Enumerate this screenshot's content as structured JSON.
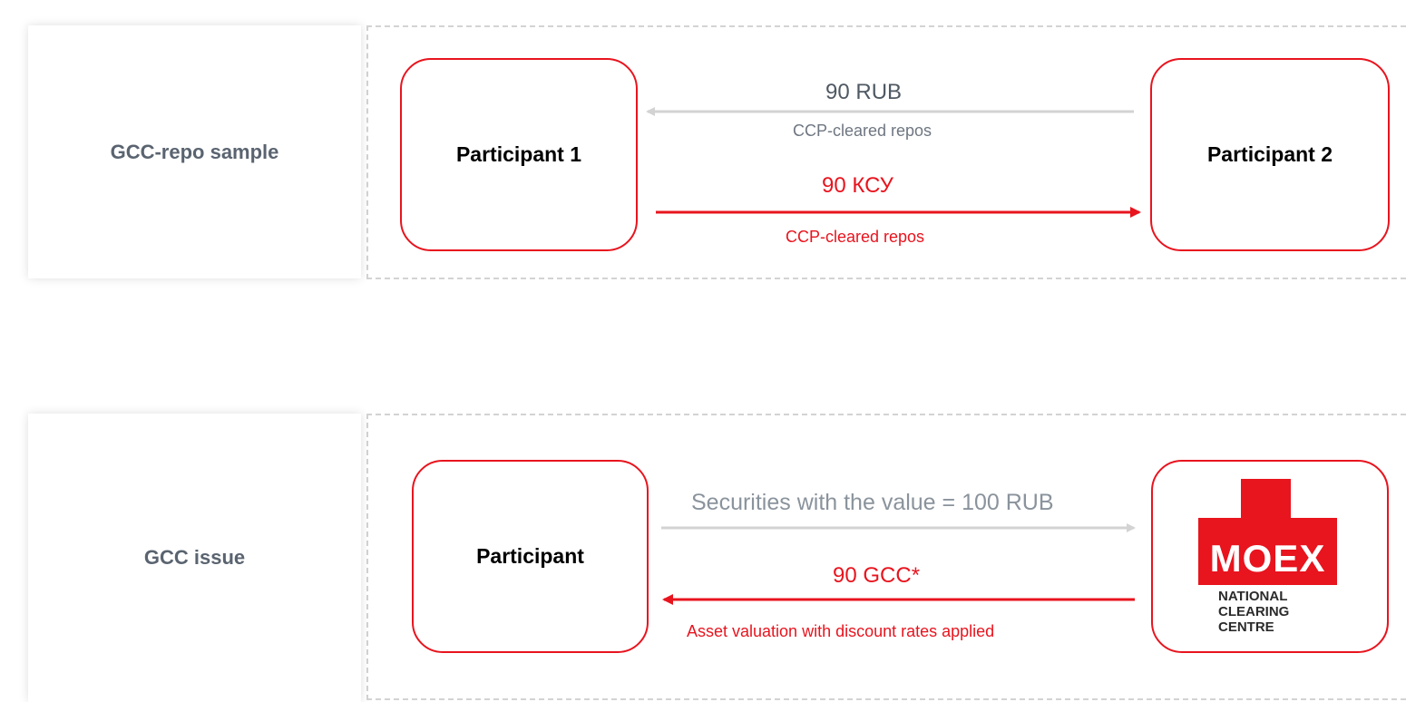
{
  "section1": {
    "label": "GCC-repo sample",
    "node_left": "Participant 1",
    "node_right": "Participant 2",
    "flow_top_amount": "90 RUB",
    "flow_top_caption": "CCP-cleared repos",
    "flow_bottom_amount": "90 КСУ",
    "flow_bottom_caption": "CCP-cleared repos"
  },
  "section2": {
    "label": "GCC issue",
    "node_left": "Participant",
    "flow_top_caption": "Securities with the value = 100 RUB",
    "flow_bottom_amount": "90 GCC*",
    "flow_bottom_caption": "Asset valuation with discount rates applied",
    "logo": {
      "brand": "MOEX",
      "line1": "NATIONAL",
      "line2": "CLEARING",
      "line3": "CENTRE"
    }
  },
  "colors": {
    "accent_red": "#e8141e",
    "muted_gray": "#d3d3d3",
    "label_gray": "#5a6470",
    "caption_gray": "#6e7681"
  }
}
